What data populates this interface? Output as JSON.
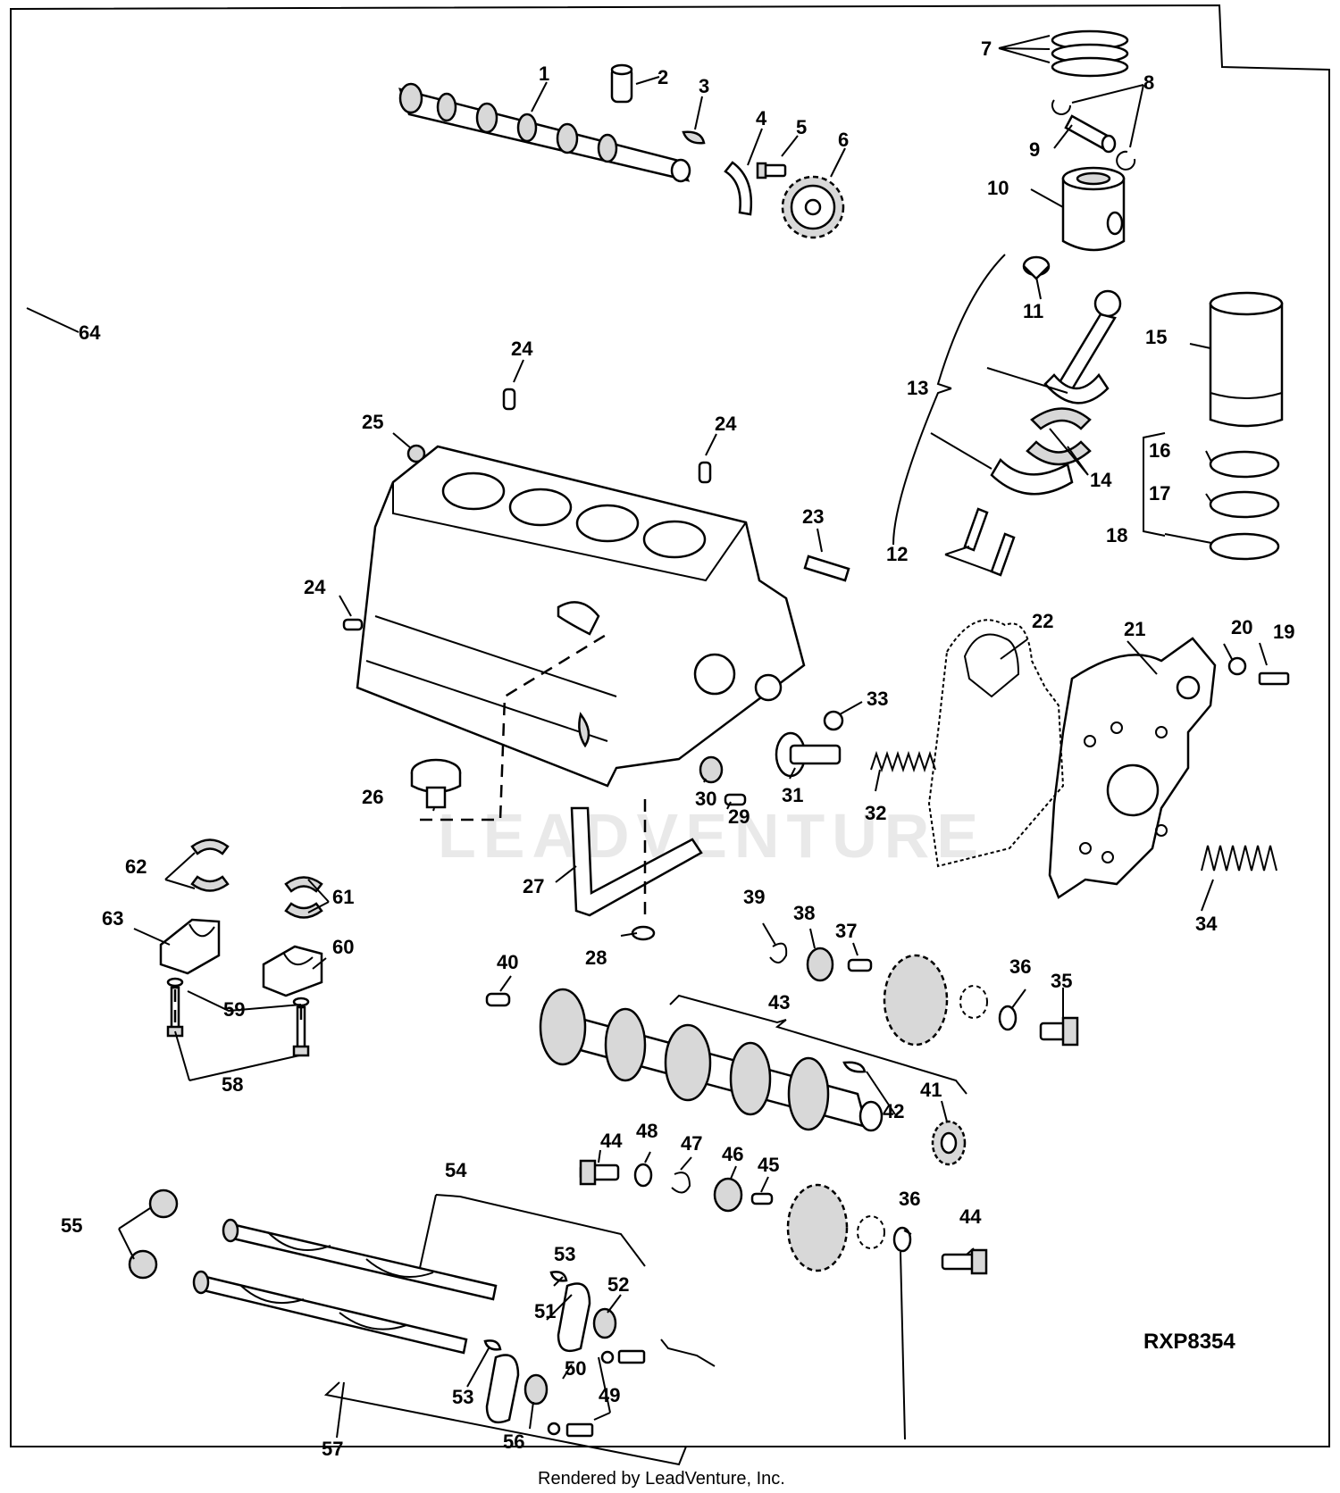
{
  "figure_code": "RXP8354",
  "watermark": "LEADVENTURE",
  "credit": "Rendered by LeadVenture, Inc.",
  "callouts": {
    "c1": "1",
    "c2": "2",
    "c3": "3",
    "c4": "4",
    "c5": "5",
    "c6": "6",
    "c7": "7",
    "c8": "8",
    "c9": "9",
    "c10": "10",
    "c11": "11",
    "c12": "12",
    "c13": "13",
    "c14": "14",
    "c15": "15",
    "c16": "16",
    "c17": "17",
    "c18": "18",
    "c19": "19",
    "c20": "20",
    "c21": "21",
    "c22": "22",
    "c23": "23",
    "c24": "24",
    "c25": "25",
    "c26": "26",
    "c27": "27",
    "c28": "28",
    "c29": "29",
    "c30": "30",
    "c31": "31",
    "c32": "32",
    "c33": "33",
    "c34": "34",
    "c35": "35",
    "c36": "36",
    "c37": "37",
    "c38": "38",
    "c39": "39",
    "c40": "40",
    "c41": "41",
    "c42": "42",
    "c43": "43",
    "c44": "44",
    "c45": "45",
    "c46": "46",
    "c47": "47",
    "c48": "48",
    "c49": "49",
    "c50": "50",
    "c51": "51",
    "c52": "52",
    "c53": "53",
    "c54": "54",
    "c55": "55",
    "c56": "56",
    "c57": "57",
    "c58": "58",
    "c59": "59",
    "c60": "60",
    "c61": "61",
    "c62": "62",
    "c63": "63",
    "c64": "64"
  }
}
